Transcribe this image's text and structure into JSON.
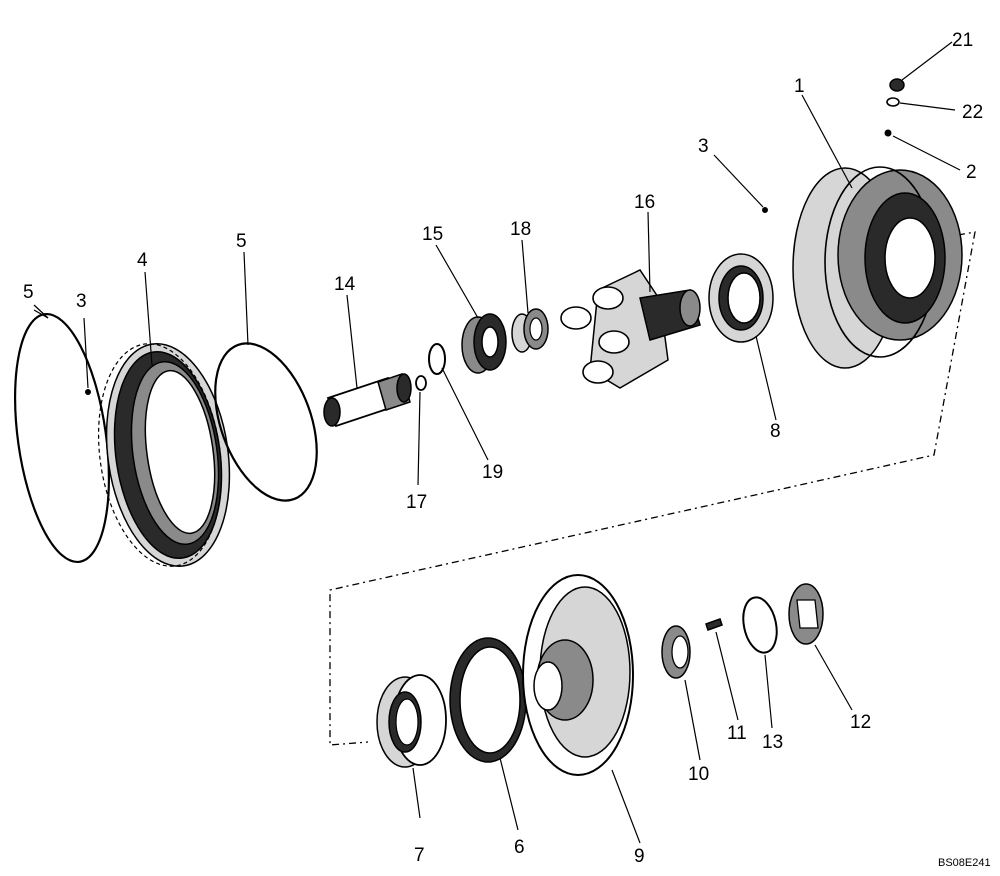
{
  "diagram_code": "BS08E241",
  "callouts": {
    "p1": "1",
    "p2": "2",
    "p3a": "3",
    "p3b": "3",
    "p4": "4",
    "p5a": "5",
    "p5b": "5",
    "p6": "6",
    "p7": "7",
    "p8": "8",
    "p9": "9",
    "p10": "10",
    "p11": "11",
    "p12": "12",
    "p13": "13",
    "p14": "14",
    "p15": "15",
    "p16": "16",
    "p17": "17",
    "p18": "18",
    "p19": "19",
    "p21": "21",
    "p22": "22"
  }
}
